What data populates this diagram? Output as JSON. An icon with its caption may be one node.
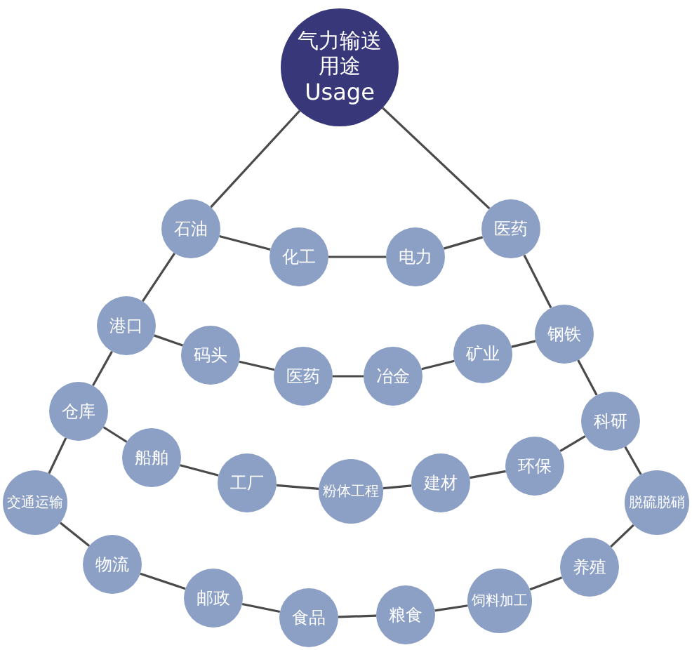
{
  "diagram": {
    "nodes": [
      {
        "text": [
          "气力输送用途",
          "Usage"
        ]
      },
      {
        "text": [
          "石油"
        ]
      },
      {
        "text": [
          "化工"
        ]
      },
      {
        "text": [
          "电力"
        ]
      },
      {
        "text": [
          "医药"
        ]
      },
      {
        "text": [
          "港口"
        ]
      },
      {
        "text": [
          "码头"
        ]
      },
      {
        "text": [
          "医药"
        ]
      },
      {
        "text": [
          "冶金"
        ]
      },
      {
        "text": [
          "矿业"
        ]
      },
      {
        "text": [
          "钢铁"
        ]
      },
      {
        "text": [
          "仓库"
        ]
      },
      {
        "text": [
          "船舶"
        ]
      },
      {
        "text": [
          "工厂"
        ]
      },
      {
        "text": [
          "粉体工程"
        ]
      },
      {
        "text": [
          "建材"
        ]
      },
      {
        "text": [
          "环保"
        ]
      },
      {
        "text": [
          "科研"
        ]
      },
      {
        "text": [
          "交通运输"
        ]
      },
      {
        "text": [
          "脱硫脱硝"
        ]
      },
      {
        "text": [
          "物流"
        ]
      },
      {
        "text": [
          "邮政"
        ]
      },
      {
        "text": [
          "食品"
        ]
      },
      {
        "text": [
          "粮食"
        ]
      },
      {
        "text": [
          "饲料加工"
        ]
      },
      {
        "text": [
          "养殖"
        ]
      }
    ],
    "edges": [
      {
        "from": 0,
        "to": 1,
        "arrow": "none"
      },
      {
        "from": 0,
        "to": 4,
        "arrow": "none"
      },
      {
        "from": 1,
        "to": 2,
        "arrow": "none"
      },
      {
        "from": 2,
        "to": 3,
        "arrow": "none"
      },
      {
        "from": 3,
        "to": 4,
        "arrow": "none"
      },
      {
        "from": 1,
        "to": 5,
        "arrow": "none"
      },
      {
        "from": 4,
        "to": 10,
        "arrow": "none"
      },
      {
        "from": 5,
        "to": 6,
        "arrow": "none"
      },
      {
        "from": 6,
        "to": 7,
        "arrow": "none"
      },
      {
        "from": 7,
        "to": 8,
        "arrow": "none"
      },
      {
        "from": 8,
        "to": 9,
        "arrow": "none"
      },
      {
        "from": 9,
        "to": 10,
        "arrow": "none"
      },
      {
        "from": 5,
        "to": 11,
        "arrow": "none"
      },
      {
        "from": 10,
        "to": 17,
        "arrow": "none"
      },
      {
        "from": 11,
        "to": 12,
        "arrow": "none"
      },
      {
        "from": 12,
        "to": 13,
        "arrow": "none"
      },
      {
        "from": 13,
        "to": 14,
        "arrow": "none"
      },
      {
        "from": 14,
        "to": 15,
        "arrow": "none"
      },
      {
        "from": 15,
        "to": 16,
        "arrow": "none"
      },
      {
        "from": 16,
        "to": 17,
        "arrow": "none"
      },
      {
        "from": 11,
        "to": 18,
        "arrow": "none"
      },
      {
        "from": 17,
        "to": 19,
        "arrow": "none"
      },
      {
        "from": 18,
        "to": 20,
        "arrow": "none"
      },
      {
        "from": 20,
        "to": 21,
        "arrow": "none"
      },
      {
        "from": 21,
        "to": 22,
        "arrow": "none"
      },
      {
        "from": 22,
        "to": 23,
        "arrow": "none"
      },
      {
        "from": 23,
        "to": 24,
        "arrow": "none"
      },
      {
        "from": 24,
        "to": 25,
        "arrow": "none"
      },
      {
        "from": 25,
        "to": 19,
        "arrow": "none"
      }
    ]
  }
}
